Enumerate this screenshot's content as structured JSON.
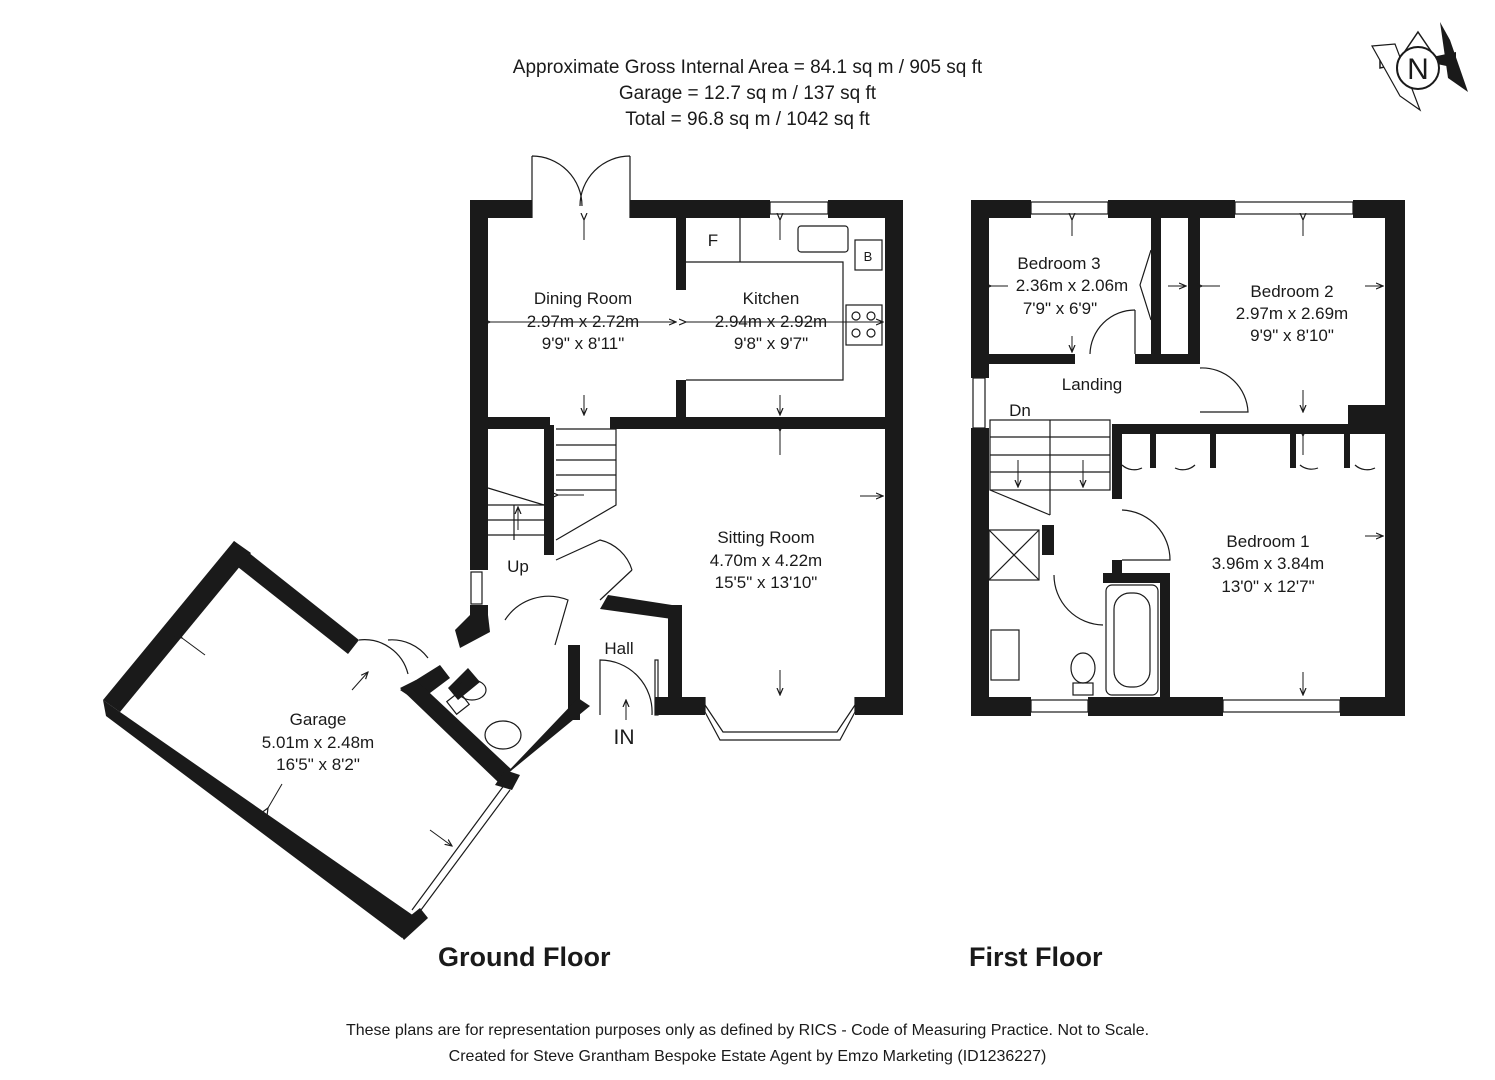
{
  "header": {
    "line1": "Approximate Gross Internal Area = 84.1 sq m / 905 sq ft",
    "line2": "Garage = 12.7 sq m / 137 sq ft",
    "line3": "Total = 96.8 sq m / 1042 sq ft"
  },
  "compass": {
    "letter": "N"
  },
  "ground_floor": {
    "title": "Ground Floor",
    "rooms": [
      {
        "name": "Dining Room",
        "metric": "2.97m x 2.72m",
        "imperial": "9'9\" x 8'11\""
      },
      {
        "name": "Kitchen",
        "metric": "2.94m x 2.92m",
        "imperial": "9'8\" x 9'7\""
      },
      {
        "name": "Sitting Room",
        "metric": "4.70m x 4.22m",
        "imperial": "15'5\" x 13'10\""
      },
      {
        "name": "Garage",
        "metric": "5.01m x 2.48m",
        "imperial": "16'5\" x 8'2\""
      }
    ],
    "labels": {
      "hall": "Hall",
      "up": "Up",
      "in": "IN",
      "fridge": "F",
      "boiler": "B"
    }
  },
  "first_floor": {
    "title": "First Floor",
    "rooms": [
      {
        "name": "Bedroom 3",
        "metric": "2.36m x 2.06m",
        "imperial": "7'9\" x 6'9\""
      },
      {
        "name": "Bedroom 2",
        "metric": "2.97m x 2.69m",
        "imperial": "9'9\" x 8'10\""
      },
      {
        "name": "Bedroom 1",
        "metric": "3.96m x 3.84m",
        "imperial": "13'0\" x 12'7\""
      }
    ],
    "labels": {
      "landing": "Landing",
      "down": "Dn"
    }
  },
  "footer": {
    "line1": "These plans are for representation purposes only as defined by RICS - Code of Measuring Practice. Not to Scale.",
    "line2": "Created for Steve Grantham Bespoke Estate Agent by Emzo Marketing (ID1236227)"
  }
}
